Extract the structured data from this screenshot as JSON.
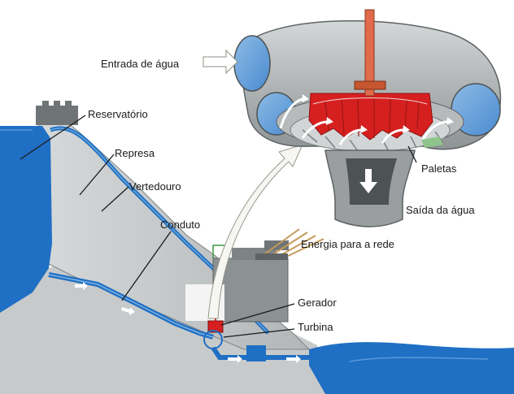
{
  "labels": {
    "entrada_agua": "Entrada de água",
    "reservatorio": "Reservatório",
    "represa": "Represa",
    "vertedouro": "Vertedouro",
    "conduto": "Conduto",
    "paletas": "Paletas",
    "saida_agua": "Saída da água",
    "energia_rede": "Energia para a rede",
    "gerador": "Gerador",
    "turbina": "Turbina"
  },
  "colors": {
    "water": "#1f6fc4",
    "water_light": "#6ba6da",
    "dam": "#bfc3c4",
    "dam_dark": "#8f9496",
    "rotor": "#d6201f",
    "shaft": "#e06a4b",
    "casing": "#a9adaf",
    "ground": "#c7cacb"
  }
}
